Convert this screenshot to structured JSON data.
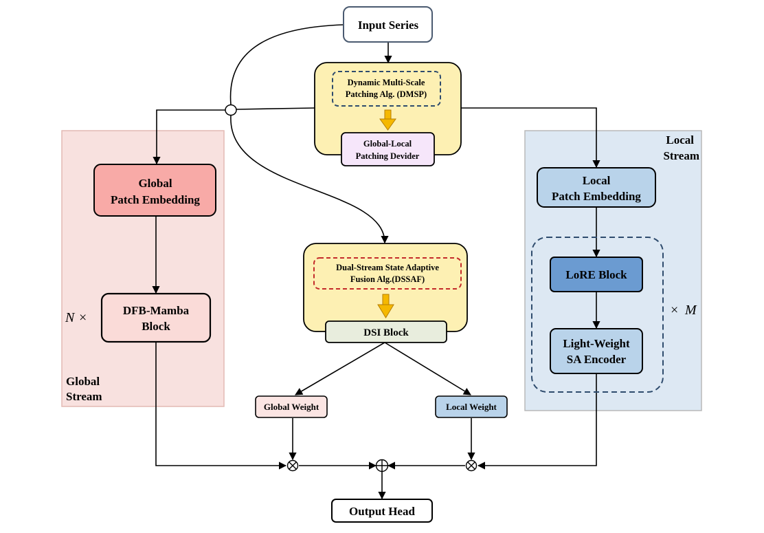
{
  "input": {
    "label": "Input Series"
  },
  "dmsp": {
    "line1": "Dynamic Multi-Scale",
    "line2": "Patching Alg. (DMSP)",
    "divider_line1": "Global-Local",
    "divider_line2": "Patching Devider"
  },
  "global_stream": {
    "title_line1": "Global",
    "title_line2": "Stream",
    "embedding_line1": "Global",
    "embedding_line2": "Patch Embedding",
    "block_line1": "DFB-Mamba",
    "block_line2": "Block",
    "repeat_symbol": "N",
    "times": "×"
  },
  "local_stream": {
    "title_line1": "Local",
    "title_line2": "Stream",
    "embedding_line1": "Local",
    "embedding_line2": "Patch Embedding",
    "lore_block": "LoRE Block",
    "encoder_line1": "Light-Weight",
    "encoder_line2": "SA Encoder",
    "times": "×",
    "repeat_symbol": "M"
  },
  "dssaf": {
    "line1": "Dual-Stream State Adaptive",
    "line2": "Fusion Alg.(DSSAF)",
    "dsi_block": "DSI Block",
    "global_weight": "Global Weight",
    "local_weight": "Local Weight"
  },
  "output": {
    "label": "Output Head"
  },
  "colors": {
    "global_panel": "#f8e1df",
    "global_embedding": "#f8aaa7",
    "global_block": "#fadbd8",
    "local_panel": "#dde8f3",
    "local_embedding": "#b9d3ea",
    "lore_block": "#6b9bd1",
    "encoder": "#b9d3ea",
    "yellow_panel": "#fdf0b3",
    "dsi_block": "#e8eddd",
    "divider": "#f6e6fa",
    "arrow_fill": "#f5b800",
    "dashed_blue": "#2e4b6d",
    "dashed_red": "#c32a2a"
  },
  "icons": {
    "multiply": "circled-times-icon",
    "add": "circled-plus-icon",
    "split": "junction-circle-icon",
    "down_arrow": "yellow-down-arrow-icon"
  }
}
